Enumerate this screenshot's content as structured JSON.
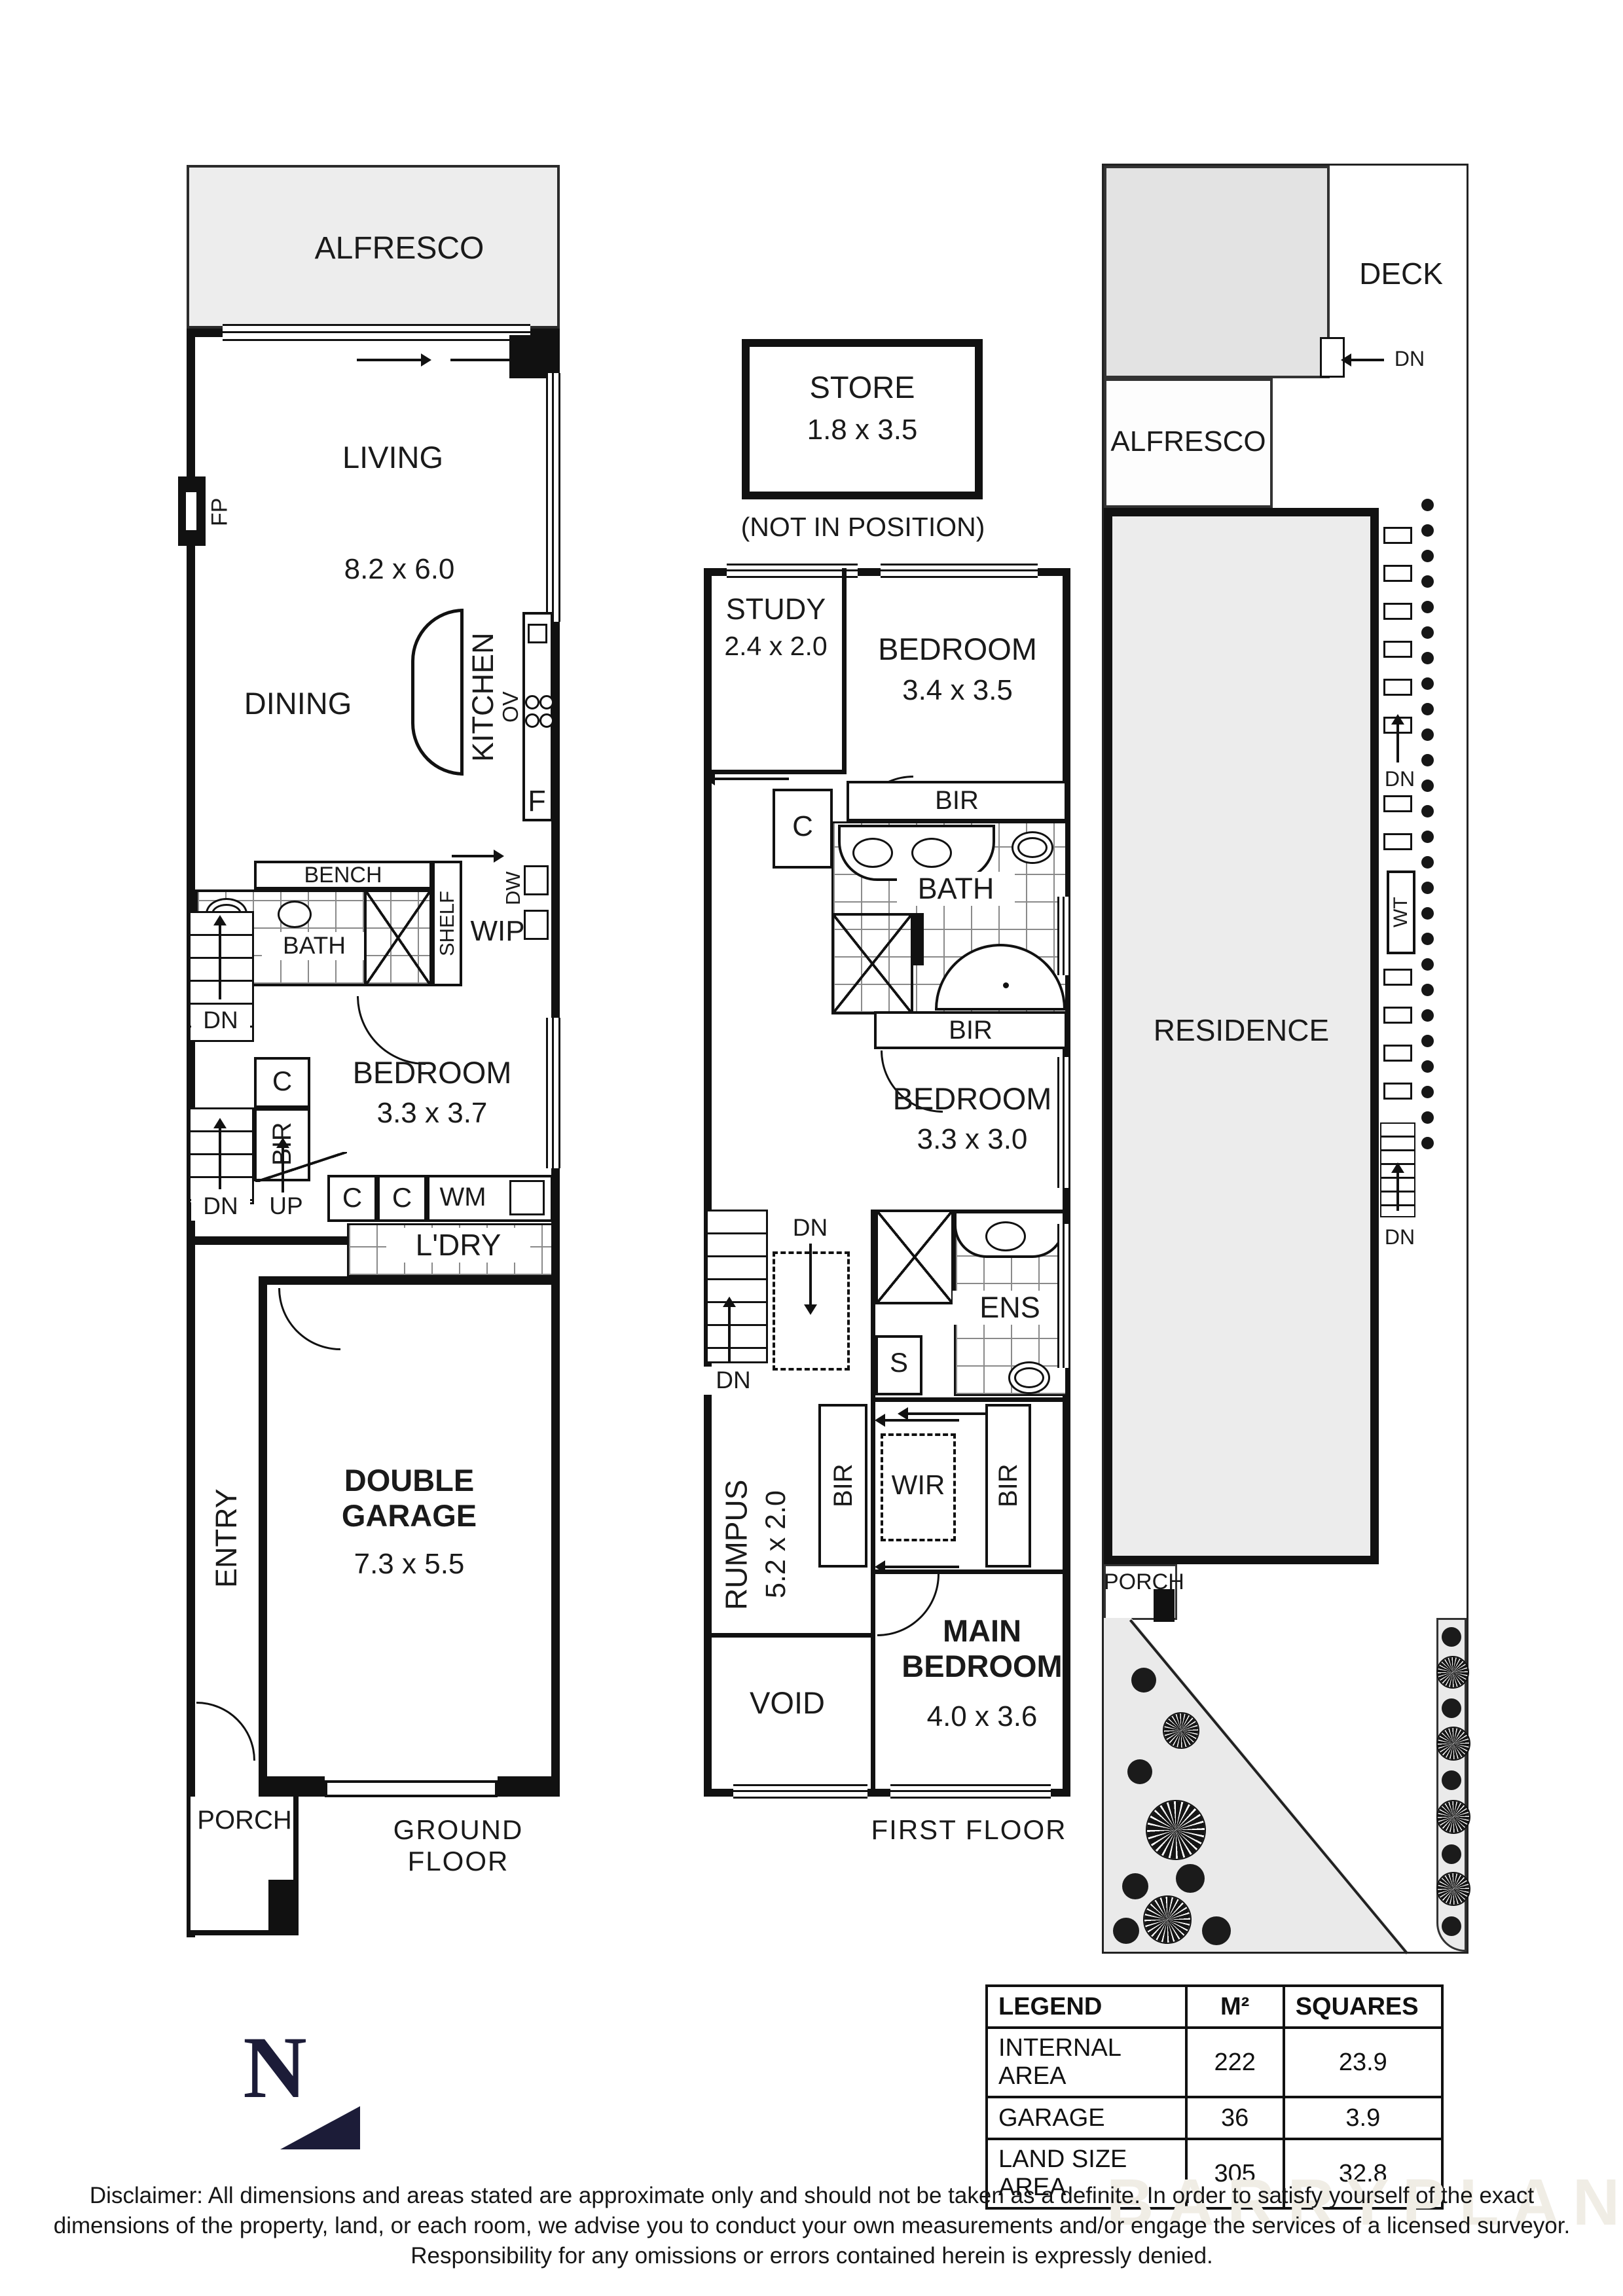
{
  "watermark": "BARRYPLANT",
  "ground_floor": {
    "title": "GROUND FLOOR",
    "alfresco": "ALFRESCO",
    "living": "LIVING",
    "living_dims": "8.2 x 6.0",
    "fp": "FP",
    "dining": "DINING",
    "kitchen": "KITCHEN",
    "ov": "OV",
    "fridge": "F",
    "bench": "BENCH",
    "bath": "BATH",
    "shelf": "SHELF",
    "wip": "WIP",
    "dw": "DW",
    "dn_upper": "DN",
    "closet_hall": "C",
    "bir": "BIR",
    "bedroom": "BEDROOM",
    "bedroom_dims": "3.3 x 3.7",
    "dn_lower": "DN",
    "up": "UP",
    "closet_1": "C",
    "closet_2": "C",
    "wm": "WM",
    "ldry": "L'DRY",
    "garage": "DOUBLE GARAGE",
    "garage_dims": "7.3 x 5.5",
    "entry": "ENTRY",
    "porch": "PORCH"
  },
  "store": {
    "label": "STORE",
    "dims": "1.8 x 3.5",
    "note": "(NOT IN POSITION)"
  },
  "first_floor": {
    "title": "FIRST FLOOR",
    "study": "STUDY",
    "study_dims": "2.4 x 2.0",
    "bedroom2": "BEDROOM",
    "bedroom2_dims": "3.4 x 3.5",
    "closet": "C",
    "bir_1": "BIR",
    "bath": "BATH",
    "bir_2": "BIR",
    "bedroom3": "BEDROOM",
    "bedroom3_dims": "3.3 x 3.0",
    "dn_top": "DN",
    "dn_bottom": "DN",
    "ens": "ENS",
    "s": "S",
    "rumpus": "RUMPUS",
    "rumpus_dims": "5.2 x 2.0",
    "bir_3": "BIR",
    "wir": "WIR",
    "bir_4": "BIR",
    "main_bedroom": "MAIN BEDROOM",
    "main_bedroom_dims": "4.0 x 3.6",
    "void": "VOID"
  },
  "site": {
    "deck": "DECK",
    "dn_deck": "DN",
    "alfresco": "ALFRESCO",
    "residence": "RESIDENCE",
    "wt": "WT",
    "dn_path_upper": "DN",
    "dn_path_lower": "DN",
    "porch": "PORCH"
  },
  "legend": {
    "col_legend": "LEGEND",
    "col_m2": "M²",
    "col_squares": "SQUARES",
    "rows": [
      {
        "label": "INTERNAL AREA",
        "m2": "222",
        "squares": "23.9"
      },
      {
        "label": "GARAGE",
        "m2": "36",
        "squares": "3.9"
      },
      {
        "label": "LAND SIZE AREA",
        "m2": "305",
        "squares": "32.8"
      }
    ]
  },
  "compass": {
    "label": "N"
  },
  "disclaimer": "Disclaimer: All dimensions and areas stated are approximate only and should not be taken as a definite. In order to satisfy yourself of the exact dimensions of the property, land, or each room, we advise you to conduct your own measurements and/or engage the services of a licensed surveyor. Responsibility for any omissions or errors contained herein is expressly denied."
}
